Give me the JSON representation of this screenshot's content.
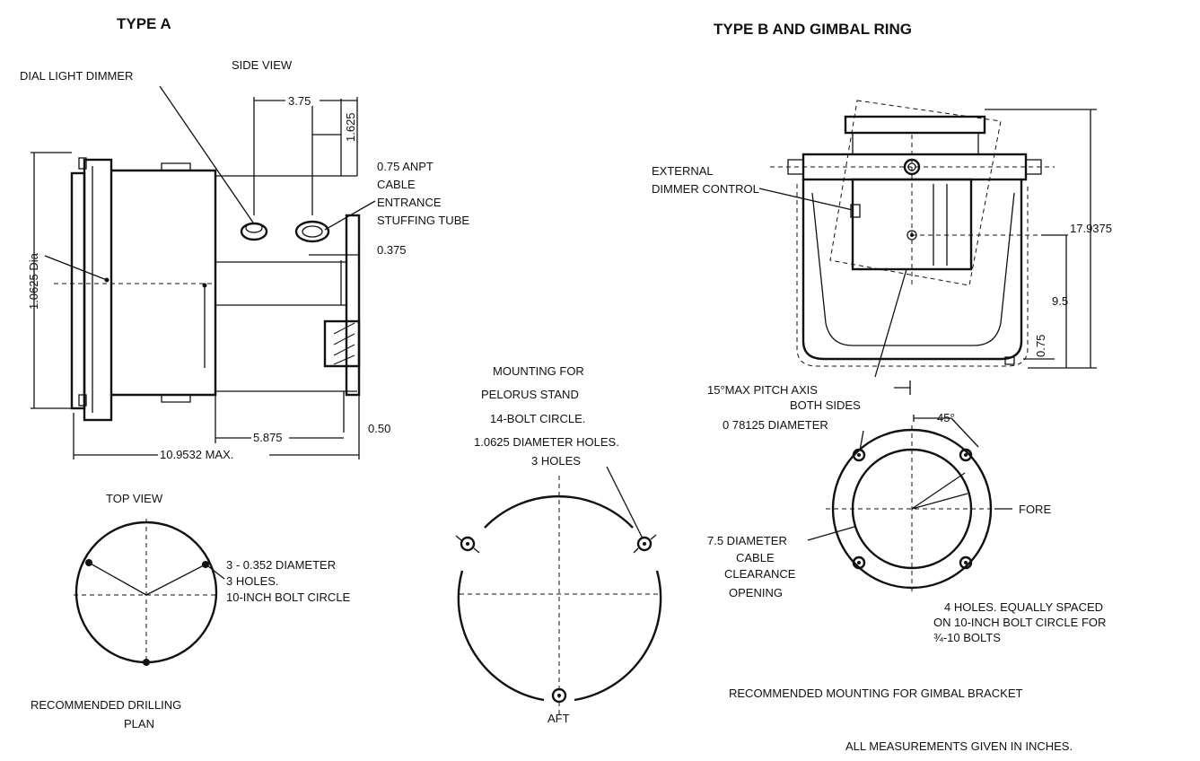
{
  "titles": {
    "type_a": "TYPE A",
    "type_b": "TYPE B AND GIMBAL RING"
  },
  "type_a": {
    "side_view": "SIDE VIEW",
    "dial_light_dimmer": "DIAL LIGHT DIMMER",
    "dim_3_75": "3.75",
    "dim_1_625": "1.625",
    "dim_0_375": "0.375",
    "dim_1_0625_dia": "1.0625 Dia",
    "dim_5_875": "5.875",
    "dim_0_50": "0.50",
    "dim_10_9532": "10.9532 MAX.",
    "cable_line1": "0.75 ANPT",
    "cable_line2": "CABLE",
    "cable_line3": "ENTRANCE",
    "cable_line4": "STUFFING TUBE",
    "top_view": "TOP VIEW",
    "holes_line1": "3 - 0.352 DIAMETER",
    "holes_line2": "3 HOLES.",
    "holes_line3": "10-INCH BOLT CIRCLE",
    "drilling_line1": "RECOMMENDED DRILLING",
    "drilling_line2": "PLAN"
  },
  "pelorus": {
    "line1": "MOUNTING FOR",
    "line2": "PELORUS STAND",
    "line3": "14-BOLT CIRCLE.",
    "line4": "1.0625 DIAMETER HOLES.",
    "line5": "3 HOLES",
    "aft": "AFT"
  },
  "type_b": {
    "ext_line1": "EXTERNAL",
    "ext_line2": "DIMMER CONTROL",
    "dim_17_9375": "17.9375",
    "dim_9_5": "9.5",
    "dim_0_75": "0.75",
    "pitch_line1": "15°MAX PITCH AXIS",
    "pitch_line2": "BOTH SIDES",
    "dia_0_78125": "0 78125 DIAMETER",
    "angle_45": "45°",
    "fore": "FORE",
    "clear_line1": "7.5 DIAMETER",
    "clear_line2": "CABLE",
    "clear_line3": "CLEARANCE",
    "clear_line4": "OPENING",
    "holes4_line1": "4 HOLES.  EQUALLY SPACED",
    "holes4_line2": "ON 10-INCH BOLT CIRCLE FOR",
    "holes4_line3": "¾-10 BOLTS",
    "recommended_gimbal": "RECOMMENDED MOUNTING FOR GIMBAL BRACKET"
  },
  "footer": {
    "note": "ALL MEASUREMENTS GIVEN IN INCHES."
  }
}
